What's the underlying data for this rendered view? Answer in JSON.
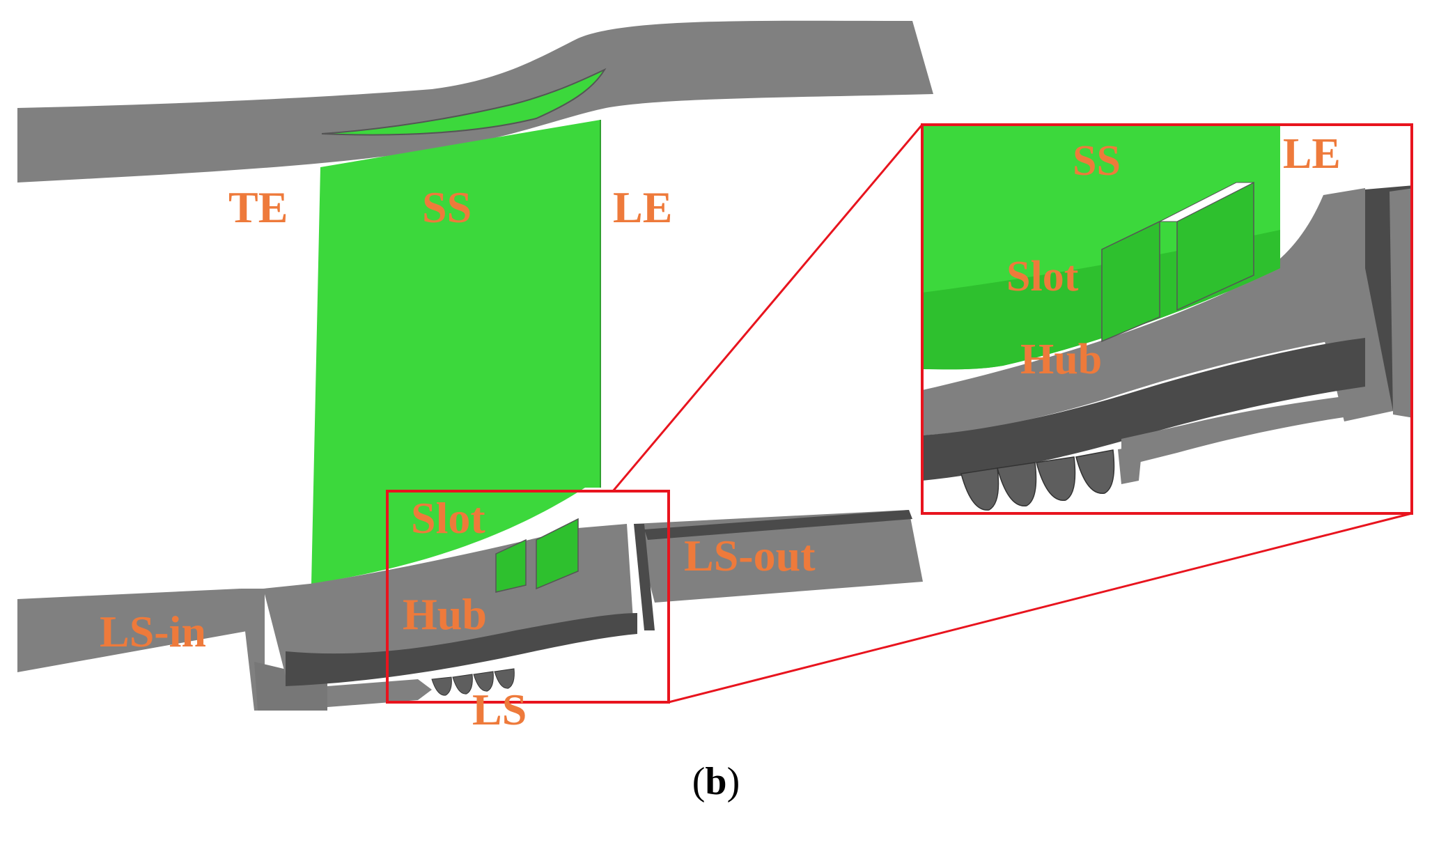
{
  "colors": {
    "blade": "#3CD83C",
    "blade_dark": "#2EC02E",
    "endwall": "#808080",
    "endwall_dark": "#4A4A4A",
    "frame": "#E8141E",
    "label": "#EE7A3B"
  },
  "main_view": {
    "labels": {
      "te": "TE",
      "ss": "SS",
      "le": "LE",
      "slot": "Slot",
      "hub": "Hub",
      "ls_in": "LS-in",
      "ls_out": "LS-out",
      "ls": "LS"
    }
  },
  "zoom_view": {
    "labels": {
      "ss": "SS",
      "le": "LE",
      "slot": "Slot",
      "hub": "Hub"
    }
  },
  "caption": {
    "open": "(",
    "letter": "b",
    "close": ")"
  }
}
